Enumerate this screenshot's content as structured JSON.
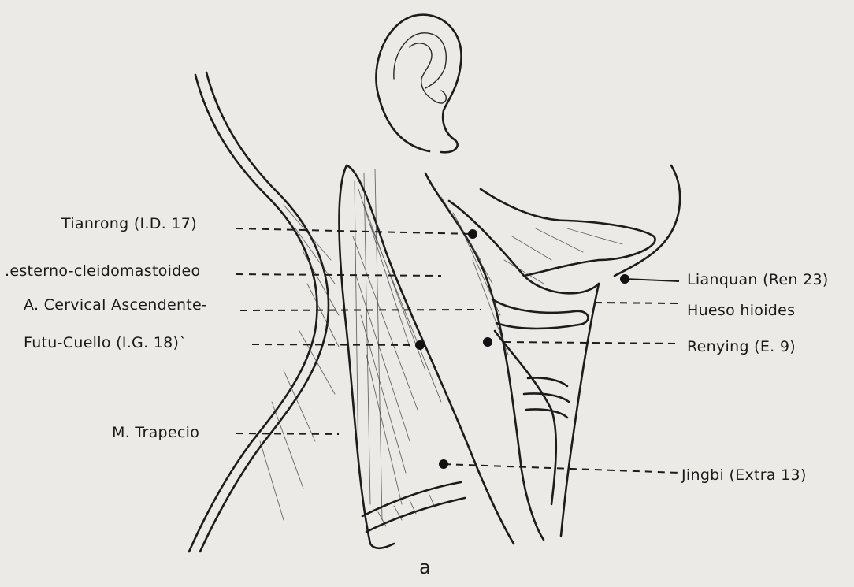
{
  "labels": {
    "tianrong": "Tianrong (I.D. 17)",
    "esterno": ".esterno-cleidomastoideo",
    "cervical": "A. Cervical Ascendente-",
    "futu": "Futu-Cuello (I.G. 18)`",
    "trapecio": "M. Trapecio",
    "lianquan": "Lianquan (Ren 23)",
    "hioides": "Hueso hioides",
    "renying": "Renying (E. 9)",
    "jingbi": "Jingbi (Extra 13)",
    "caption": "a"
  }
}
